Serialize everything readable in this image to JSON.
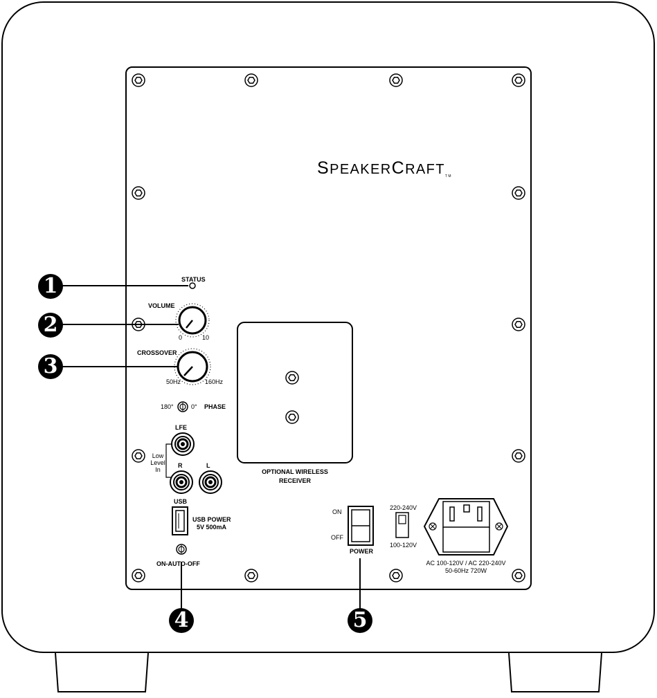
{
  "brand": {
    "name": "SpeakerCraft",
    "display": "SPEAKERCRAFT",
    "trademark": "TM"
  },
  "callouts": [
    "1",
    "2",
    "3",
    "4",
    "5"
  ],
  "status": {
    "label": "STATUS"
  },
  "volume": {
    "label": "VOLUME",
    "min": "0",
    "max": "10"
  },
  "crossover": {
    "label": "CROSSOVER",
    "min": "50Hz",
    "max": "160Hz"
  },
  "phase": {
    "label": "PHASE",
    "left": "180°",
    "right": "0°"
  },
  "inputs": {
    "lfe": "LFE",
    "r": "R",
    "l": "L",
    "low_level_in": [
      "Low",
      "Level",
      "In"
    ]
  },
  "usb": {
    "label": "USB",
    "power_line1": "USB POWER",
    "power_line2": "5V 500mA"
  },
  "auto": {
    "label": "ON-AUTO-OFF"
  },
  "wireless": {
    "line1": "OPTIONAL WIRELESS",
    "line2": "RECEIVER"
  },
  "power": {
    "on": "ON",
    "off": "OFF",
    "label": "POWER"
  },
  "voltage": {
    "high": "220-240V",
    "low": "100-120V"
  },
  "ac": {
    "line1": "AC 100-120V / AC 220-240V",
    "line2": "50-60Hz 720W"
  }
}
